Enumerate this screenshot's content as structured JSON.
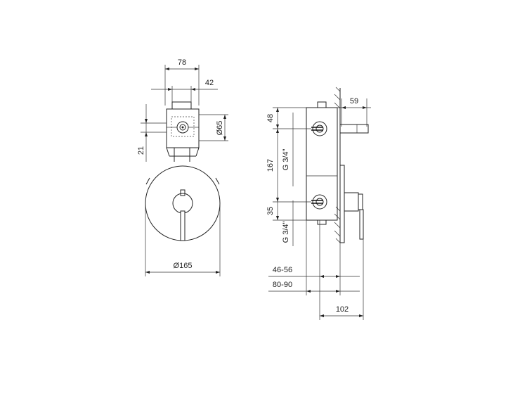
{
  "dimensions": {
    "front_width_top": "78",
    "front_width_body": "42",
    "port_diameter": "Ø65",
    "port_offset": "21",
    "plate_diameter": "Ø165",
    "side_top_port": "48",
    "side_port_spacing": "167",
    "side_thread_upper": "G 3/4\"",
    "side_bottom_port": "35",
    "side_thread_lower": "G 3/4\"",
    "side_handle_projection": "59",
    "wall_depth_min": "46-56",
    "wall_depth_max": "80-90",
    "total_depth": "102"
  },
  "colors": {
    "line": "#222222",
    "background": "#ffffff"
  }
}
